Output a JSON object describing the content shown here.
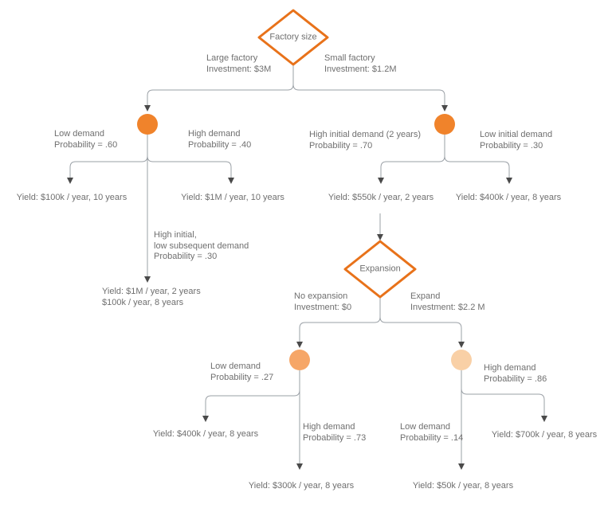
{
  "colors": {
    "decision_border": "#e8721a",
    "chance_high": "#f0832b",
    "chance_medium": "#f6a667",
    "chance_light": "#f9d0a6",
    "line": "#9aa0a6",
    "arrowhead": "#4a4a4a",
    "text": "#6f6f6f",
    "background": "#ffffff"
  },
  "nodes": {
    "factory_size": "Factory size",
    "expansion": "Expansion"
  },
  "labels": {
    "large_factory": "Large factory\nInvestment: $3M",
    "small_factory": "Small factory\nInvestment: $1.2M",
    "low_demand_60": "Low demand\nProbability = .60",
    "high_demand_40": "High demand\nProbability = .40",
    "high_initial_demand_70": "High initial demand (2 years)\nProbability = .70",
    "low_initial_demand_30": "Low initial demand\nProbability = .30",
    "yield_100k_10y": "Yield: $100k / year, 10 years",
    "yield_1m_10y": "Yield: $1M / year, 10 years",
    "yield_550k_2y": "Yield: $550k / year, 2 years",
    "yield_400k_8y": "Yield: $400k / year, 8 years",
    "high_initial_low_subsequent": "High initial,\nlow subsequent demand\nProbability = .30",
    "yield_1m_2y_100k_8y": "Yield: $1M / year, 2 years\n$100k / year, 8 years",
    "no_expansion": "No expansion\nInvestment: $0",
    "expand": "Expand\nInvestment: $2.2 M",
    "low_demand_27": "Low demand\nProbability = .27",
    "high_demand_86": "High demand\nProbability = .86",
    "high_demand_73": "High demand\nProbability = .73",
    "low_demand_14": "Low demand\nProbability = .14",
    "yield_400k_8y_no_exp": "Yield: $400k / year, 8 years",
    "yield_700k_8y": "Yield: $700k / year, 8 years",
    "yield_300k_8y": "Yield: $300k / year, 8 years",
    "yield_50k_8y": "Yield: $50k / year, 8 years"
  }
}
